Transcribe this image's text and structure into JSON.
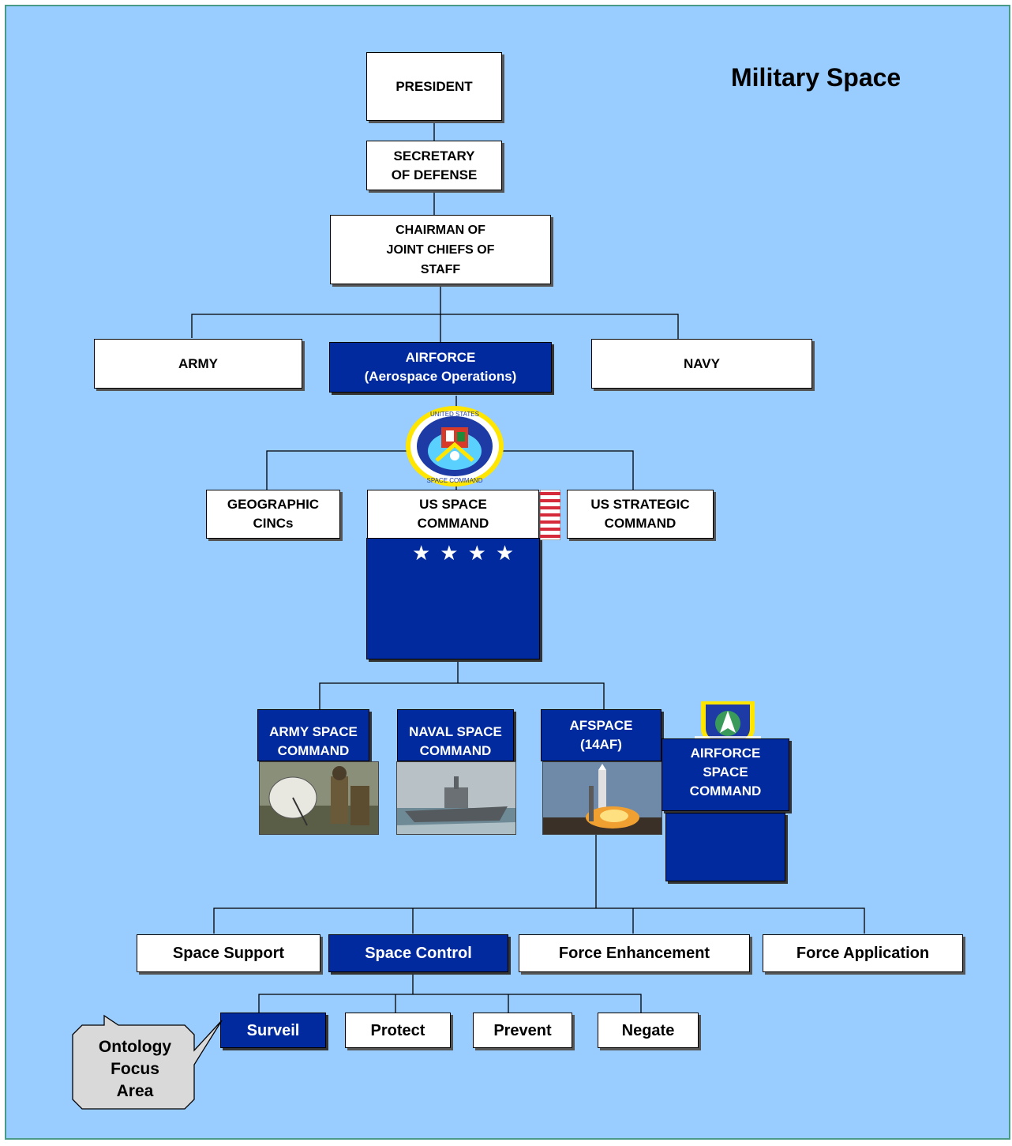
{
  "title": "Military Space",
  "nodes": {
    "president": "PRESIDENT",
    "secdef": "SECRETARY\nOF DEFENSE",
    "cjcs": "CHAIRMAN OF\nJOINT CHIEFS OF\nSTAFF",
    "army": "ARMY",
    "airforce": "AIRFORCE\n(Aerospace Operations)",
    "navy": "NAVY",
    "geographic": "GEOGRAPHIC\nCINCs",
    "usspace": "US SPACE\nCOMMAND",
    "usstrat": "US STRATEGIC\nCOMMAND",
    "armyspace": "ARMY SPACE\nCOMMAND",
    "navalspace": "NAVAL SPACE\nCOMMAND",
    "afspace": "AFSPACE\n(14AF)",
    "afspacecmd": "AIRFORCE\nSPACE\nCOMMAND",
    "spacesupport": "Space Support",
    "spacecontrol": "Space Control",
    "forceenh": "Force Enhancement",
    "forceapp": "Force Application",
    "surveil": "Surveil",
    "protect": "Protect",
    "prevent": "Prevent",
    "negate": "Negate"
  },
  "rank_stars": "★★★★",
  "callout": "Ontology\nFocus\nArea",
  "colors": {
    "background": "#99ccff",
    "highlight_box": "#002a9e",
    "plain_box": "#ffffff",
    "callout": "#d9d9d9"
  },
  "icons": [
    "usspacecom-seal-icon",
    "afspc-emblem-icon",
    "us-flag-icon",
    "satellite-dish-photo",
    "warship-photo",
    "rocket-launch-photo"
  ]
}
